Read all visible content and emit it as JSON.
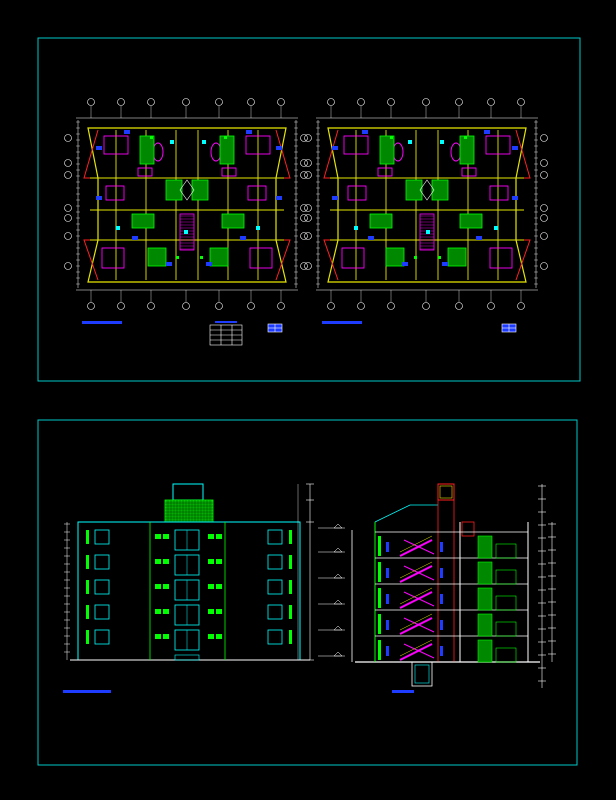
{
  "colors": {
    "background": "#000000",
    "frame": "#00c8c8",
    "wall_yellow": "#e6e600",
    "magenta": "#ff00ff",
    "green": "#00ff00",
    "cyan": "#00ffff",
    "blue": "#1e3cff",
    "white": "#ffffff",
    "red": "#ff2020",
    "grey": "#a0a0a0"
  },
  "sheets": {
    "plans": {
      "grid_bubble_count_top": 7,
      "grid_bubble_count_side": 7,
      "plan_count": 2
    },
    "elevation_section": {
      "floors": 5,
      "icons": [
        "plan-sheet-icon",
        "section-sheet-icon"
      ]
    }
  }
}
